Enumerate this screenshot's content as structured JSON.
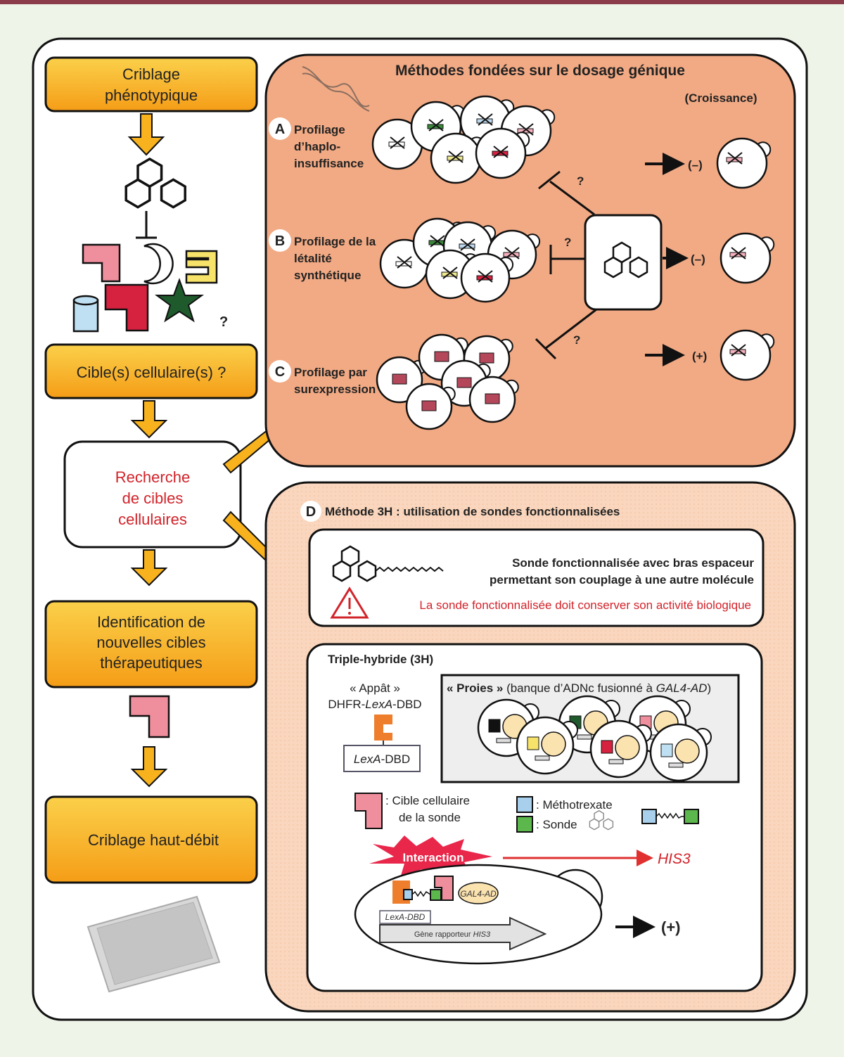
{
  "colors": {
    "top_bar": "#8c3b4b",
    "background": "#eef4e8",
    "orange_box": "#f7ac1f",
    "panel_top": "#f2aa84",
    "panel_bottom": "#f9d6bd",
    "accent_red": "#d2232a",
    "interaction": "#e8274a"
  },
  "left_column": {
    "step1": [
      "Criblage",
      "phénotypique"
    ],
    "question_mark": "?",
    "step2": "Cible(s) cellulaire(s) ?",
    "step3": [
      "Recherche",
      "de cibles",
      "cellulaires"
    ],
    "step4": [
      "Identification de",
      "nouvelles cibles",
      "thérapeutiques"
    ],
    "step5": "Criblage haut-débit"
  },
  "top_panel": {
    "title": "Méthodes fondées sur le dosage génique",
    "growth_label": "(Croissance)",
    "methods": [
      {
        "letter": "A",
        "lines": [
          "Profilage",
          "d’haplo-",
          "insuffisance"
        ],
        "result": "(–)"
      },
      {
        "letter": "B",
        "lines": [
          "Profilage de la",
          "létalité",
          "synthétique"
        ],
        "result": "(–)"
      },
      {
        "letter": "C",
        "lines": [
          "Profilage par",
          "surexpression"
        ],
        "result": "(+)"
      }
    ],
    "question_mark": "?"
  },
  "bottom_panel": {
    "letter": "D",
    "title": "Méthode 3H : utilisation de sondes fonctionnalisées",
    "probe": {
      "line1": "Sonde fonctionnalisée avec bras espaceur",
      "line2": "permettant son couplage à une autre molécule",
      "warning": "La sonde fonctionnalisée doit conserver son activité biologique",
      "warning_icon": "warning-triangle-icon"
    },
    "three_h": {
      "title": "Triple-hybride (3H)",
      "bait_line1": "« Appât »",
      "bait_line2_a": "DHFR-",
      "bait_line2_b": "LexA",
      "bait_line2_c": "-DBD",
      "lexa_box_a": "LexA",
      "lexa_box_b": "-DBD",
      "prey_bold": "« Proies »",
      "prey_rest": "(banque d’ADNc fusionné à ",
      "prey_italic": "GAL4-AD",
      "prey_close": ")",
      "legend_target": [
        ": Cible cellulaire",
        "de la sonde"
      ],
      "legend_mtx": ": Méthotrexate",
      "legend_probe": ": Sonde",
      "interaction": "Interaction",
      "his3": "HIS3",
      "gal4": "GAL4-AD",
      "lexa_small": "LexA-DBD",
      "reporter_a": "Gène rapporteur ",
      "reporter_b": "HIS3",
      "result": "(+)"
    }
  }
}
